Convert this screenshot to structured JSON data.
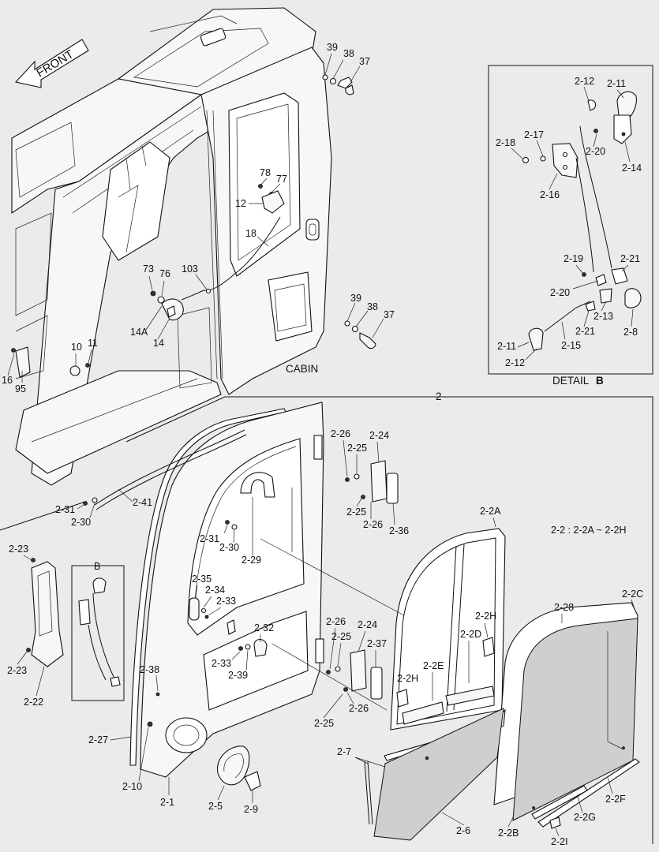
{
  "labels": {
    "front": "FRONT",
    "cabin": "CABIN",
    "detail_prefix": "DETAIL",
    "detail_letter": "B",
    "detail_b_box": "B",
    "assembly_number": "2",
    "assembly_note": "2-2 : 2-2A ~ 2-2H"
  },
  "callouts": {
    "c39a": "39",
    "c38a": "38",
    "c37a": "37",
    "c78": "78",
    "c77": "77",
    "c12": "12",
    "c18": "18",
    "c73": "73",
    "c76": "76",
    "c103": "103",
    "c14a": "14A",
    "c14": "14",
    "c39b": "39",
    "c38b": "38",
    "c37b": "37",
    "c10": "10",
    "c11": "11",
    "c16": "16",
    "c95": "95",
    "d2_12a": "2-12",
    "d2_11a": "2-11",
    "d2_17": "2-17",
    "d2_18": "2-18",
    "d2_20a": "2-20",
    "d2_14": "2-14",
    "d2_16": "2-16",
    "d2_19": "2-19",
    "d2_21a": "2-21",
    "d2_20b": "2-20",
    "d2_13": "2-13",
    "d2_21b": "2-21",
    "d2_8": "2-8",
    "d2_11b": "2-11",
    "d2_15": "2-15",
    "d2_12b": "2-12",
    "a2_31a": "2-31",
    "a2_30a": "2-30",
    "a2_41": "2-41",
    "a2_26a": "2-26",
    "a2_24a": "2-24",
    "a2_25a": "2-25",
    "a2_25b": "2-25",
    "a2_26b": "2-26",
    "a2_36": "2-36",
    "a2_31b": "2-31",
    "a2_30b": "2-30",
    "a2_29": "2-29",
    "a2_2a": "2-2A",
    "a2_23a": "2-23",
    "a2_23b": "2-23",
    "a2_22": "2-22",
    "a2_35": "2-35",
    "a2_34": "2-34",
    "a2_33a": "2-33",
    "a2_32": "2-32",
    "a2_33b": "2-33",
    "a2_39": "2-39",
    "a2_38": "2-38",
    "a2_27": "2-27",
    "a2_10": "2-10",
    "a2_1": "2-1",
    "a2_5": "2-5",
    "a2_9": "2-9",
    "a2_26c": "2-26",
    "a2_24b": "2-24",
    "a2_25c": "2-25",
    "a2_37": "2-37",
    "a2_26d": "2-26",
    "a2_25d": "2-25",
    "a2_2h1": "2-2H",
    "a2_2d": "2-2D",
    "a2_2e": "2-2E",
    "a2_2h2": "2-2H",
    "a2_28": "2-28",
    "a2_2c": "2-2C",
    "a2_7": "2-7",
    "a2_6": "2-6",
    "a2_2b": "2-2B",
    "a2_2g": "2-2G",
    "a2_2f": "2-2F",
    "a2_2i": "2-2I"
  }
}
